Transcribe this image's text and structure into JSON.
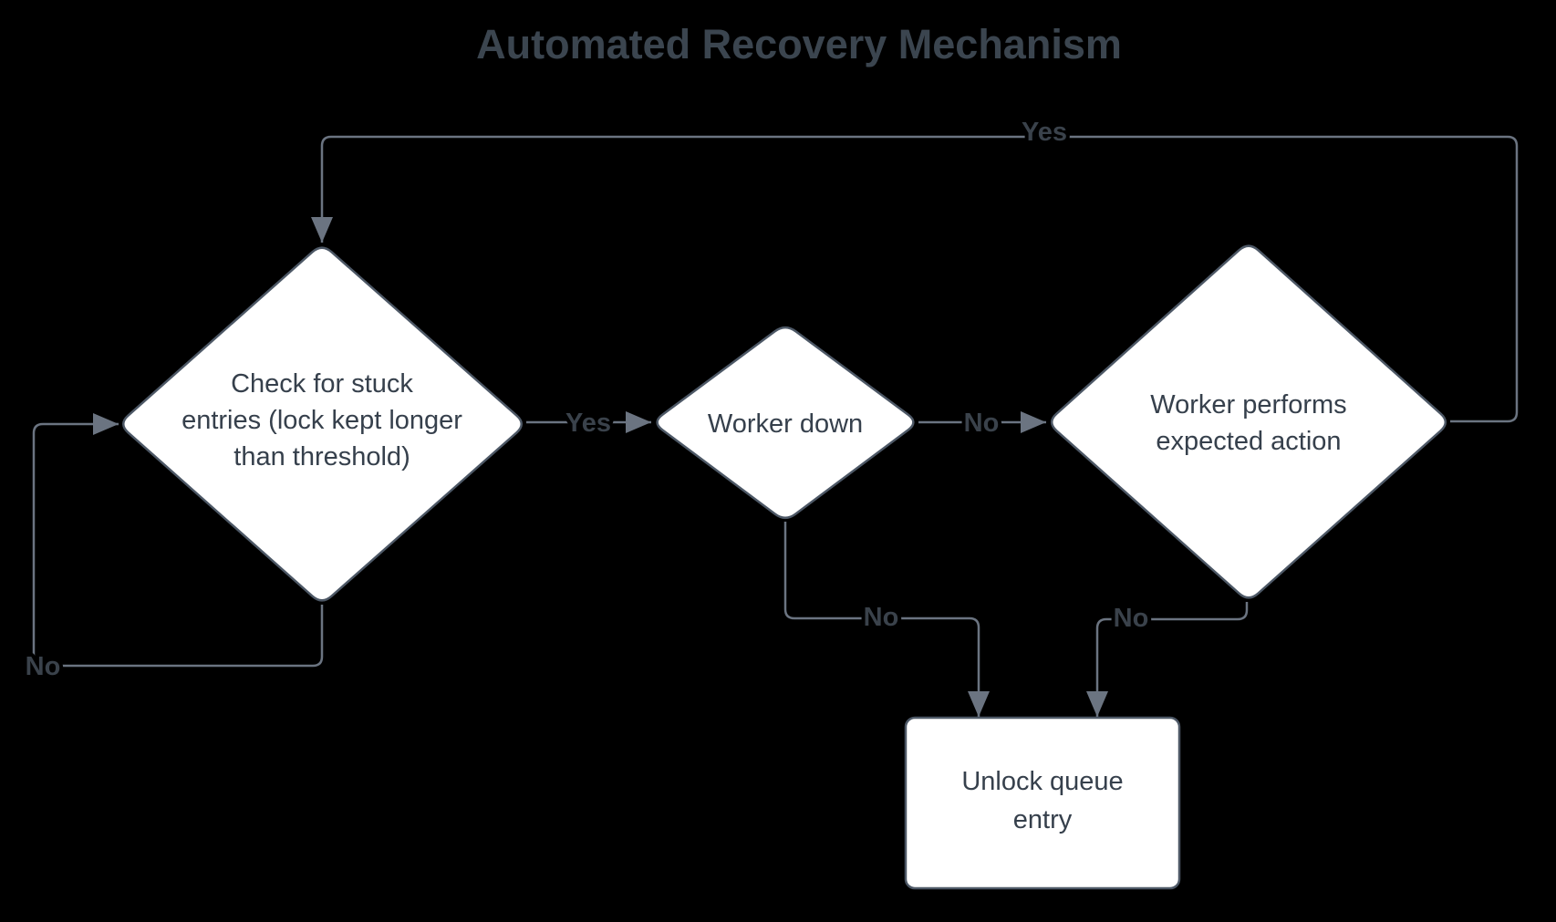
{
  "title": "Automated Recovery Mechanism",
  "colors": {
    "bg": "#000000",
    "line": "#6b7481",
    "border": "#4d5866",
    "fill": "#ffffff",
    "node-text": "#36404c",
    "label-text": "#3a424b",
    "title-text": "#3b454f"
  },
  "nodes": {
    "check_stuck": {
      "shape": "decision",
      "label": "Check for stuck entries (lock kept longer than threshold)",
      "lines": [
        "Check for stuck",
        "entries (lock kept longer",
        "than threshold)"
      ]
    },
    "worker_down": {
      "shape": "decision",
      "label": "Worker down",
      "lines": [
        "Worker down"
      ]
    },
    "worker_performs": {
      "shape": "decision",
      "label": "Worker performs expected action",
      "lines": [
        "Worker performs",
        "expected action"
      ]
    },
    "unlock_queue": {
      "shape": "process",
      "label": "Unlock queue entry",
      "lines": [
        "Unlock queue",
        "entry"
      ]
    }
  },
  "edges": {
    "check_no_loop": {
      "from": "check_stuck",
      "to": "check_stuck",
      "label": "No"
    },
    "check_yes": {
      "from": "check_stuck",
      "to": "worker_down",
      "label": "Yes"
    },
    "worker_down_no_right": {
      "from": "worker_down",
      "to": "worker_performs",
      "label": "No"
    },
    "worker_down_no_down": {
      "from": "worker_down",
      "to": "unlock_queue",
      "label": "No"
    },
    "worker_performs_yes": {
      "from": "worker_performs",
      "to": "check_stuck",
      "label": "Yes"
    },
    "worker_performs_no": {
      "from": "worker_performs",
      "to": "unlock_queue",
      "label": "No"
    }
  }
}
